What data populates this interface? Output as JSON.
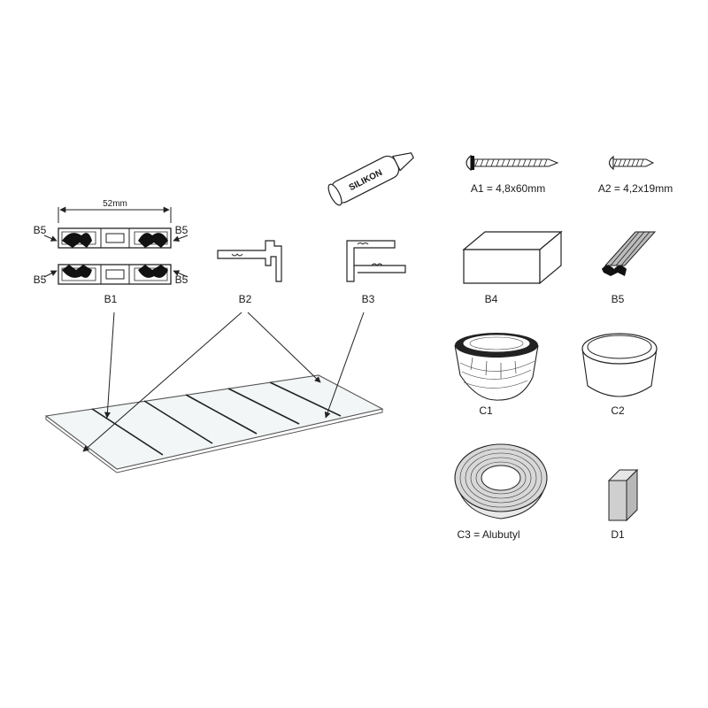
{
  "parts": {
    "silicone": {
      "text": "SILIKON"
    },
    "a1": {
      "label": "A1 = 4,8x60mm"
    },
    "a2": {
      "label": "A2 = 4,2x19mm"
    },
    "b1": {
      "label": "B1",
      "dimension": "52mm",
      "seal_tag": "B5"
    },
    "b2": {
      "label": "B2"
    },
    "b3": {
      "label": "B3"
    },
    "b4": {
      "label": "B4"
    },
    "b5": {
      "label": "B5"
    },
    "c1": {
      "label": "C1"
    },
    "c2": {
      "label": "C2"
    },
    "c3": {
      "label": "C3 = Alubutyl"
    },
    "d1": {
      "label": "D1"
    }
  },
  "colors": {
    "line": "#222222",
    "panel": "#f3f6f6",
    "block": "#cfcfcf"
  }
}
